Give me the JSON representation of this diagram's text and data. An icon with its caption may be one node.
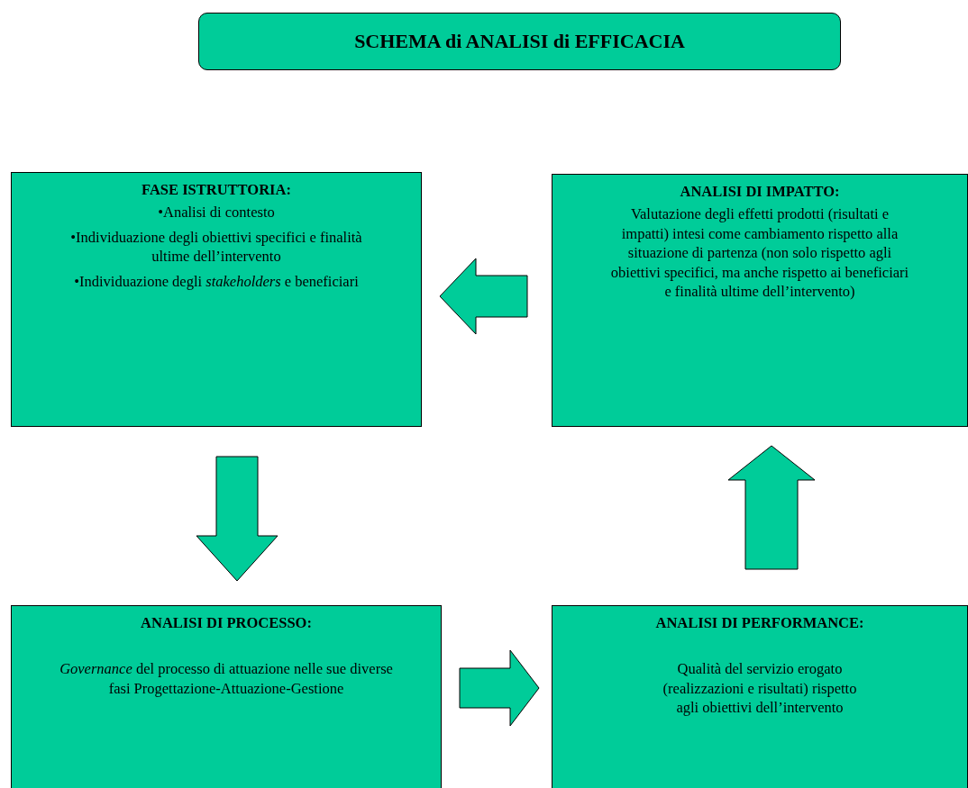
{
  "diagram": {
    "title": "SCHEMA di ANALISI di EFFICACIA",
    "nodes": [
      {
        "text": [
          "FASE ISTRUTTORIA:",
          "•Analisi di contesto",
          "•Individuazione degli obiettivi specifici e finalità ultime dell’intervento",
          "•Individuazione degli *stakeholders* e beneficiari"
        ]
      },
      {
        "text": [
          "ANALISI DI IMPATTO:",
          "Valutazione degli effetti prodotti (risultati e impatti) intesi come cambiamento rispetto alla situazione di partenza (non solo rispetto agli obiettivi specifici, ma anche rispetto ai beneficiari e finalità ultime dell’intervento)"
        ]
      },
      {
        "text": [
          "ANALISI DI PROCESSO:",
          "*Governance* del processo di attuazione nelle sue diverse fasi Progettazione-Attuazione-Gestione"
        ]
      },
      {
        "text": [
          "ANALISI DI PERFORMANCE:",
          "Qualità del servizio erogato (realizzazioni e risultati) rispetto agli obiettivi dell’intervento"
        ]
      }
    ],
    "edges": [
      {
        "from": 1,
        "to": 0,
        "arrow": "to"
      },
      {
        "from": 0,
        "to": 2,
        "arrow": "to"
      },
      {
        "from": 2,
        "to": 3,
        "arrow": "to"
      },
      {
        "from": 3,
        "to": 1,
        "arrow": "to"
      }
    ]
  }
}
